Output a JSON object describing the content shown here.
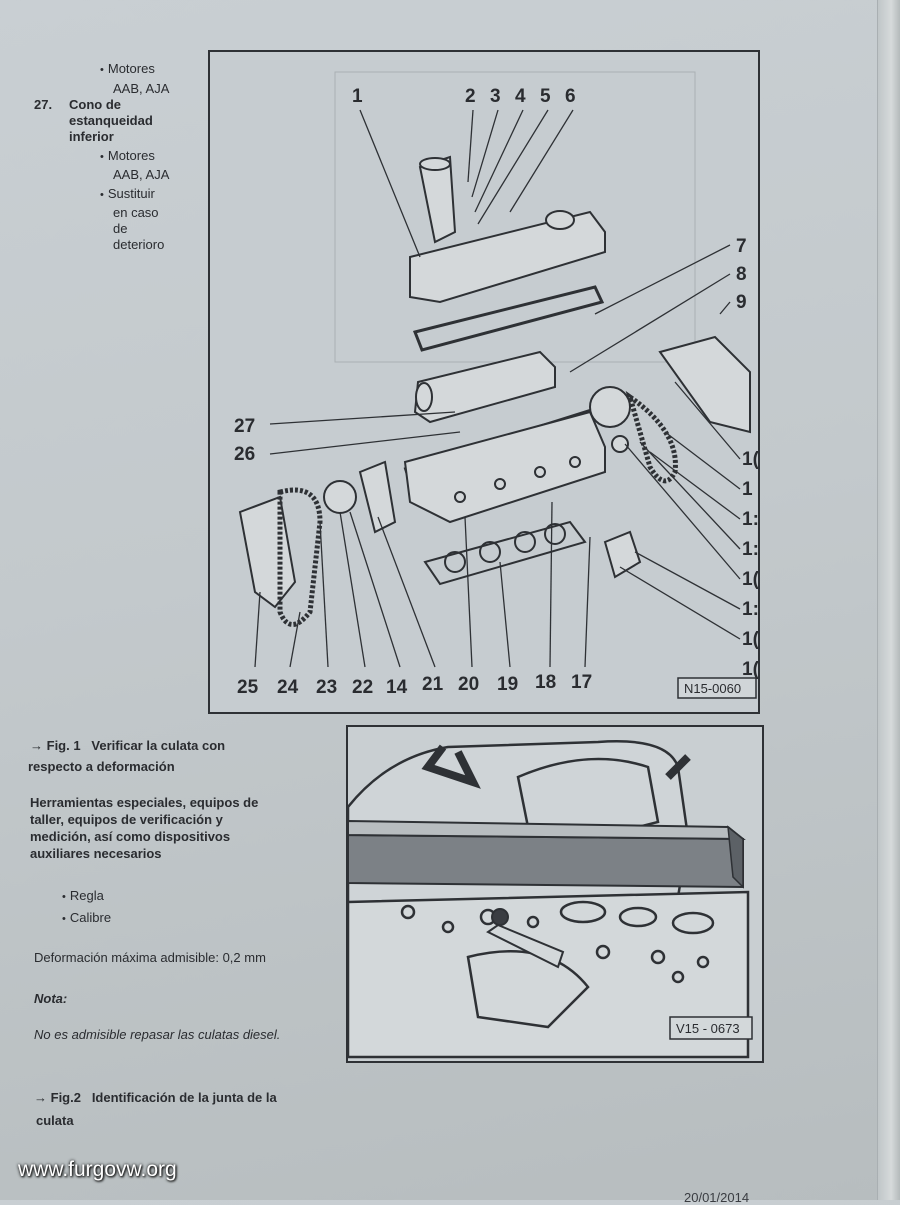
{
  "top_list": {
    "item_a_bullet": "Motores",
    "item_a_cont": "AAB, AJA",
    "item_27_number": "27.",
    "item_27_title_1": "Cono de",
    "item_27_title_2": "estanqueidad",
    "item_27_title_3": "inferior",
    "item_27_bullet_1": "Motores",
    "item_27_bullet_1_cont": "AAB, AJA",
    "item_27_bullet_2_l1": "Sustituir",
    "item_27_bullet_2_l2": "en caso",
    "item_27_bullet_2_l3": "de",
    "item_27_bullet_2_l4": "deterioro"
  },
  "figure_top": {
    "ref": "N15-0060",
    "numbers_top": [
      "1",
      "2",
      "3",
      "4",
      "5",
      "6"
    ],
    "numbers_right": [
      "7",
      "8",
      "9",
      "1(",
      "1",
      "1:",
      "1:",
      "1(",
      "1:",
      "1(",
      "1("
    ],
    "numbers_left": [
      "27",
      "26"
    ],
    "numbers_bottom": [
      "25",
      "24",
      "23",
      "22",
      "14",
      "21",
      "20",
      "19",
      "18",
      "17"
    ]
  },
  "fig1": {
    "arrow": "→",
    "label": "Fig. 1",
    "title_1": "Verificar la culata con",
    "title_2": "respecto a deformación"
  },
  "tools": {
    "heading_1": "Herramientas especiales, equipos de",
    "heading_2": "taller, equipos de verificación y",
    "heading_3": "medición, así como dispositivos",
    "heading_4": "auxiliares necesarios",
    "items": [
      "Regla",
      "Calibre"
    ]
  },
  "deformation": "Deformación máxima admisible: 0,2 mm",
  "note_label": "Nota:",
  "note_text": "No es admisible repasar las culatas diesel.",
  "fig2": {
    "arrow": "→",
    "label": "Fig.2",
    "title_1": "Identificación de la junta de la",
    "title_2": "culata"
  },
  "figure_bottom": {
    "ref": "V15 - 0673"
  },
  "watermark": "www.furgovw.org",
  "date_partial": "20/01/2014"
}
